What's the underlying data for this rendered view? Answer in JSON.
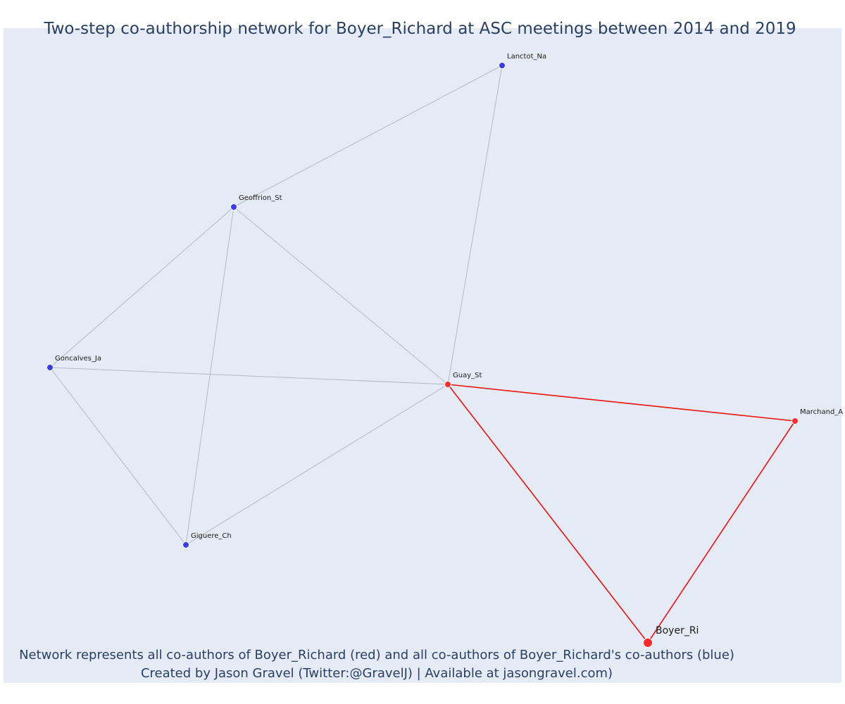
{
  "title": "Two-step co-authorship network for Boyer_Richard at ASC meetings between 2014 and 2019",
  "footer": {
    "line1": "Network represents all co-authors of Boyer_Richard (red) and all co-authors of Boyer_Richard's co-authors (blue)",
    "line2": "Created by Jason Gravel (Twitter:@GravelJ) | Available at jasongravel.com)"
  },
  "colors": {
    "background": "#e5ebf5",
    "first_step": "#ff2a2a",
    "second_step": "#3b3bea",
    "edge_default": "#b3b8c6",
    "edge_focus": "#ee1111",
    "text": "#2a3f5f"
  },
  "network": {
    "nodes": [
      {
        "id": "Boyer_Ri",
        "label": "Boyer_Ri",
        "group": "focal"
      },
      {
        "id": "Guay_St",
        "label": "Guay_St",
        "group": "first_step"
      },
      {
        "id": "Marchand_A",
        "label": "Marchand_A",
        "group": "first_step"
      },
      {
        "id": "Lanctot_Na",
        "label": "Lanctot_Na",
        "group": "second_step"
      },
      {
        "id": "Geoffrion_St",
        "label": "Geoffrion_St",
        "group": "second_step"
      },
      {
        "id": "Goncalves_Ja",
        "label": "Goncalves_Ja",
        "group": "second_step"
      },
      {
        "id": "Giguere_Ch",
        "label": "Giguere_Ch",
        "group": "second_step"
      }
    ],
    "edges": [
      {
        "source": "Boyer_Ri",
        "target": "Guay_St",
        "focus": true
      },
      {
        "source": "Boyer_Ri",
        "target": "Marchand_A",
        "focus": true
      },
      {
        "source": "Guay_St",
        "target": "Marchand_A",
        "focus": true
      },
      {
        "source": "Guay_St",
        "target": "Lanctot_Na",
        "focus": false
      },
      {
        "source": "Guay_St",
        "target": "Geoffrion_St",
        "focus": false
      },
      {
        "source": "Guay_St",
        "target": "Goncalves_Ja",
        "focus": false
      },
      {
        "source": "Guay_St",
        "target": "Giguere_Ch",
        "focus": false
      },
      {
        "source": "Geoffrion_St",
        "target": "Lanctot_Na",
        "focus": false
      },
      {
        "source": "Geoffrion_St",
        "target": "Goncalves_Ja",
        "focus": false
      },
      {
        "source": "Geoffrion_St",
        "target": "Giguere_Ch",
        "focus": false
      },
      {
        "source": "Goncalves_Ja",
        "target": "Giguere_Ch",
        "focus": false
      }
    ]
  }
}
